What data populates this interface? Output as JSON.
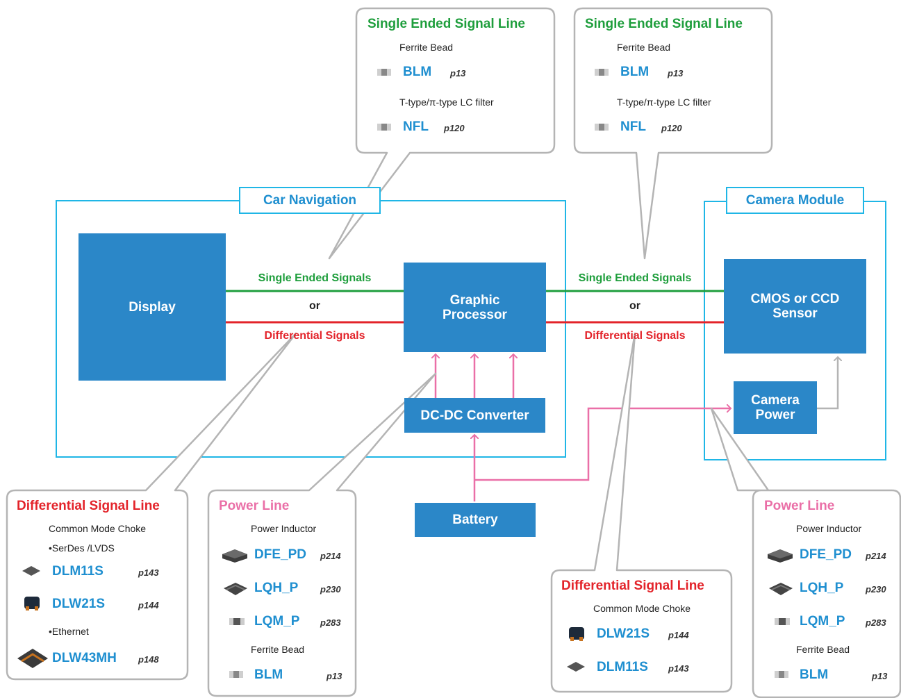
{
  "blocks": {
    "display": "Display",
    "graphic_processor": "Graphic Processor",
    "dcdc": "DC-DC Converter",
    "battery": "Battery",
    "cmos": "CMOS or CCD Sensor",
    "camera_power": "Camera Power"
  },
  "frames": {
    "car_navigation": "Car Navigation",
    "camera_module": "Camera Module"
  },
  "signals": {
    "left_single": "Single Ended Signals",
    "left_or": "or",
    "left_diff": "Differential Signals",
    "right_single": "Single Ended Signals",
    "right_or": "or",
    "right_diff": "Differential Signals"
  },
  "callouts": {
    "top_left": {
      "title": "Single Ended Signal Line",
      "cat1": "Ferrite Bead",
      "p1_name": "BLM",
      "p1_page": "p13",
      "cat2": "T-type/π-type LC filter",
      "p2_name": "NFL",
      "p2_page": "p120"
    },
    "top_right": {
      "title": "Single Ended Signal Line",
      "cat1": "Ferrite Bead",
      "p1_name": "BLM",
      "p1_page": "p13",
      "cat2": "T-type/π-type LC filter",
      "p2_name": "NFL",
      "p2_page": "p120"
    },
    "bottom_left": {
      "title": "Differential Signal Line",
      "cat": "Common Mode Choke",
      "sub1": "•SerDes /LVDS",
      "p1_name": "DLM11S",
      "p1_page": "p143",
      "p2_name": "DLW21S",
      "p2_page": "p144",
      "sub2": "•Ethernet",
      "p3_name": "DLW43MH",
      "p3_page": "p148"
    },
    "power_left": {
      "title": "Power Line",
      "cat1": "Power Inductor",
      "p1_name": "DFE_PD",
      "p1_page": "p214",
      "p2_name": "LQH_P",
      "p2_page": "p230",
      "p3_name": "LQM_P",
      "p3_page": "p283",
      "cat2": "Ferrite Bead",
      "p4_name": "BLM",
      "p4_page": "p13"
    },
    "bottom_mid": {
      "title": "Differential Signal Line",
      "cat": "Common Mode Choke",
      "p1_name": "DLW21S",
      "p1_page": "p144",
      "p2_name": "DLM11S",
      "p2_page": "p143"
    },
    "power_right": {
      "title": "Power Line",
      "cat1": "Power Inductor",
      "p1_name": "DFE_PD",
      "p1_page": "p214",
      "p2_name": "LQH_P",
      "p2_page": "p230",
      "p3_name": "LQM_P",
      "p3_page": "p283",
      "cat2": "Ferrite Bead",
      "p4_name": "BLM",
      "p4_page": "p13"
    }
  },
  "colors": {
    "block": "#2b87c8",
    "frame": "#1fb6e6",
    "single": "#1e9e3c",
    "diff": "#e3232a",
    "power": "#ea6fa7",
    "part": "#1f8fd0"
  }
}
